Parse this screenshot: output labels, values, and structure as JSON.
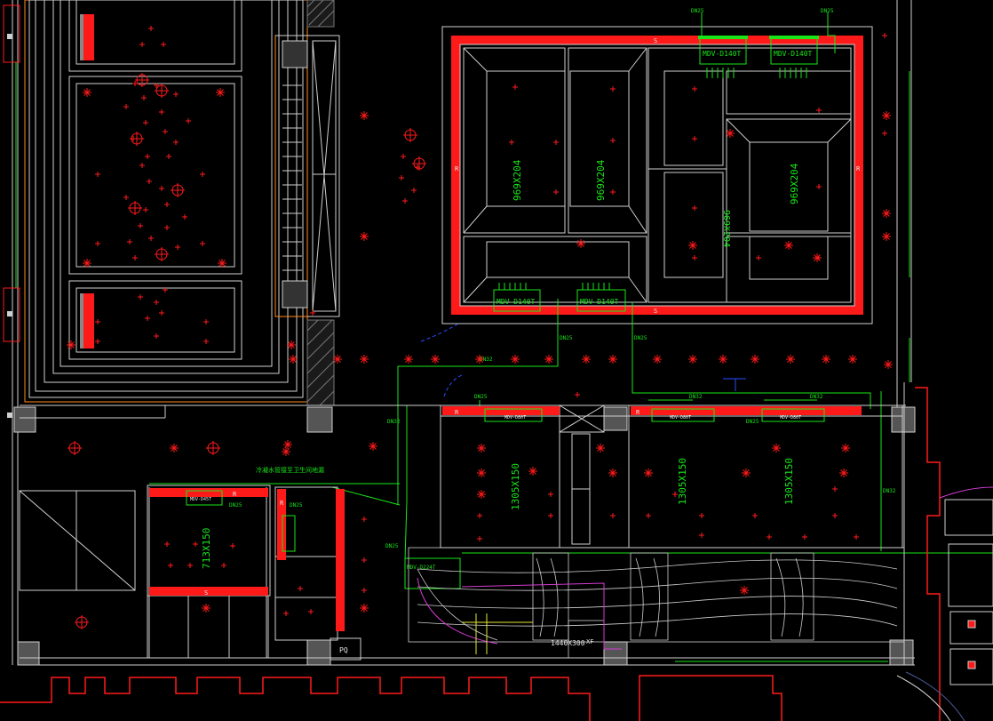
{
  "colors": {
    "background": "#000000",
    "wall": "#cfcfcf",
    "accent_red": "#ff1a1a",
    "duct_green": "#19e619",
    "orange": "#ff8a1a",
    "magenta": "#d23cd2",
    "yellow": "#e6e632",
    "blue": "#2a4bff"
  },
  "ac_units": {
    "top_left": "MDV-D140T",
    "top_right": "MDV-D140T",
    "mid_left": "MDV-D140T",
    "mid_right": "MDV-D140T",
    "corr_1": "MDV-D80T",
    "corr_2": "MDV-D80T",
    "corr_3": "MDV-D80T",
    "left_room": "MDV-D45T",
    "lower": "MDV-D224T"
  },
  "pipe_labels": {
    "dn25_top_a": "DN25",
    "dn25_top_b": "DN25",
    "dn25_mid_a": "DN25",
    "dn25_mid_b": "DN25",
    "dn32_a": "DN32",
    "dn32_b": "DN32",
    "dn32_c": "DN32",
    "dn32_d": "DN32",
    "dn25_corr": "DN25",
    "dn25_corr2": "DN25",
    "dn32_right": "DN32",
    "dn25_left1": "DN25",
    "dn25_left2": "DN25",
    "dn25_left3": "DN25"
  },
  "dims": {
    "d1": "969X204",
    "d2": "969X204",
    "d3": "969X204",
    "d4": "969X204",
    "d5": "1305X150",
    "d6": "1305X150",
    "d7": "1305X150",
    "d8": "713X150",
    "d9": "1440X300"
  },
  "notes": {
    "condensate": "冷凝水管接至卫生间地漏",
    "pq": "PQ",
    "xf": "XF",
    "r": "R",
    "s": "S"
  }
}
